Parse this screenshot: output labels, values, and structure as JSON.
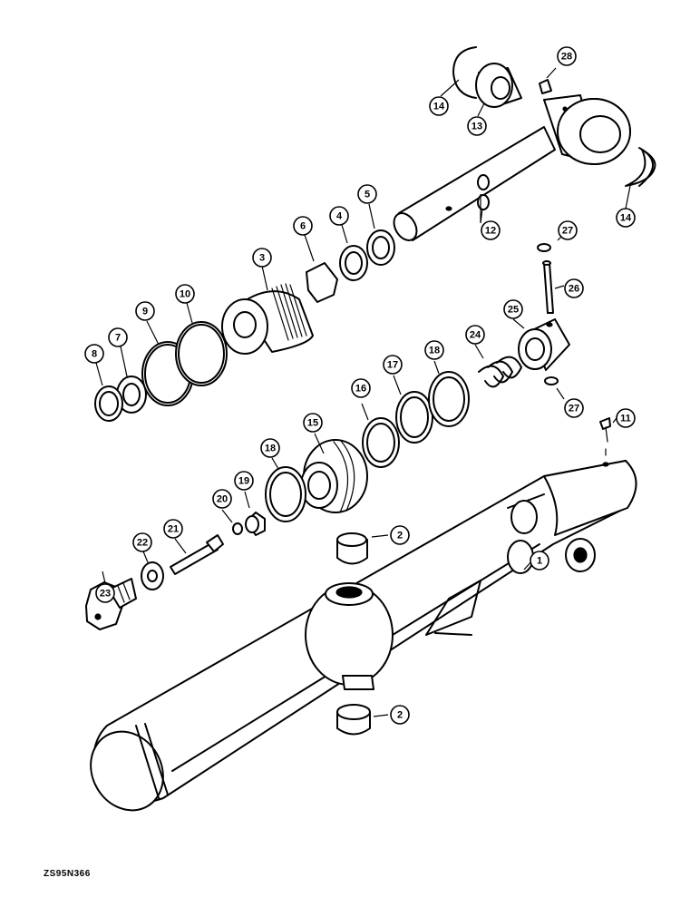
{
  "figure_code": "ZS95N366",
  "callouts": [
    {
      "label": "1"
    },
    {
      "label": "2"
    },
    {
      "label": "2"
    },
    {
      "label": "3"
    },
    {
      "label": "4"
    },
    {
      "label": "5"
    },
    {
      "label": "6"
    },
    {
      "label": "7"
    },
    {
      "label": "8"
    },
    {
      "label": "9"
    },
    {
      "label": "10"
    },
    {
      "label": "11"
    },
    {
      "label": "12"
    },
    {
      "label": "13"
    },
    {
      "label": "14"
    },
    {
      "label": "14"
    },
    {
      "label": "15"
    },
    {
      "label": "16"
    },
    {
      "label": "17"
    },
    {
      "label": "18"
    },
    {
      "label": "18"
    },
    {
      "label": "19"
    },
    {
      "label": "20"
    },
    {
      "label": "21"
    },
    {
      "label": "22"
    },
    {
      "label": "23"
    },
    {
      "label": "24"
    },
    {
      "label": "25"
    },
    {
      "label": "26"
    },
    {
      "label": "27"
    },
    {
      "label": "27"
    },
    {
      "label": "28"
    }
  ]
}
